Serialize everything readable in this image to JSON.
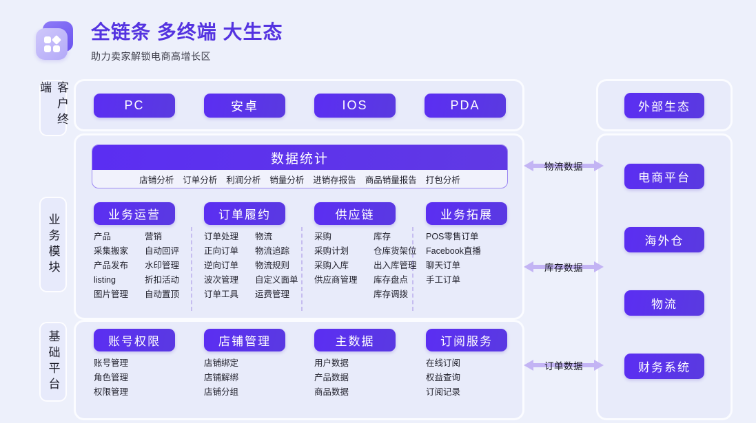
{
  "header": {
    "logo_icon": "grid-blocks-logo-icon",
    "title": "全链条 多终端 大生态",
    "subtitle": "助力卖家解锁电商高增长区"
  },
  "colors": {
    "accent": "#5b2ef2",
    "accent_dark": "#5a39e2",
    "title_text": "#5433e0",
    "background": "#edf0fb",
    "panel": "#e8ebfa",
    "divider": "#c6bdf0",
    "arrow": "#c3b4f4"
  },
  "side_tabs": [
    {
      "label": "客户终端"
    },
    {
      "label": "业务模块"
    },
    {
      "label": "基础平台"
    }
  ],
  "terminals": [
    {
      "label": "PC"
    },
    {
      "label": "安卓"
    },
    {
      "label": "IOS"
    },
    {
      "label": "PDA"
    }
  ],
  "statistics": {
    "title": "数据统计",
    "items": [
      "店铺分析",
      "订单分析",
      "利润分析",
      "销量分析",
      "进销存报告",
      "商品销量报告",
      "打包分析"
    ]
  },
  "business_cards": [
    {
      "title": "业务运营",
      "columns": [
        [
          "产品",
          "采集搬家",
          "产品发布",
          "listing",
          "图片管理"
        ],
        [
          "营销",
          "自动回评",
          "水印管理",
          "折扣活动",
          "自动置顶"
        ]
      ]
    },
    {
      "title": "订单履约",
      "columns": [
        [
          "订单处理",
          "正向订单",
          "逆向订单",
          "波次管理",
          "订单工具"
        ],
        [
          "物流",
          "物流追踪",
          "物流规则",
          "自定义面单",
          "运费管理"
        ]
      ]
    },
    {
      "title": "供应链",
      "columns": [
        [
          "采购",
          "采购计划",
          "采购入库",
          "供应商管理"
        ],
        [
          "库存",
          "仓库货架位",
          "出入库管理",
          "库存盘点",
          "库存调拨"
        ]
      ]
    },
    {
      "title": "业务拓展",
      "columns": [
        [
          "POS零售订单",
          "Facebook直播",
          "聊天订单",
          "手工订单"
        ]
      ]
    }
  ],
  "platform_cards": [
    {
      "title": "账号权限",
      "columns": [
        [
          "账号管理",
          "角色管理",
          "权限管理"
        ]
      ]
    },
    {
      "title": "店铺管理",
      "columns": [
        [
          "店铺绑定",
          "店铺解绑",
          "店铺分组"
        ]
      ]
    },
    {
      "title": "主数据",
      "columns": [
        [
          "用户数据",
          "产品数据",
          "商品数据"
        ]
      ]
    },
    {
      "title": "订阅服务",
      "columns": [
        [
          "在线订阅",
          "权益查询",
          "订阅记录"
        ]
      ]
    }
  ],
  "flows": [
    {
      "label": "物流数据"
    },
    {
      "label": "库存数据"
    },
    {
      "label": "订单数据"
    }
  ],
  "external": {
    "title": "外部生态",
    "systems": [
      {
        "label": "电商平台"
      },
      {
        "label": "海外仓"
      },
      {
        "label": "物流"
      },
      {
        "label": "财务系统"
      }
    ]
  }
}
